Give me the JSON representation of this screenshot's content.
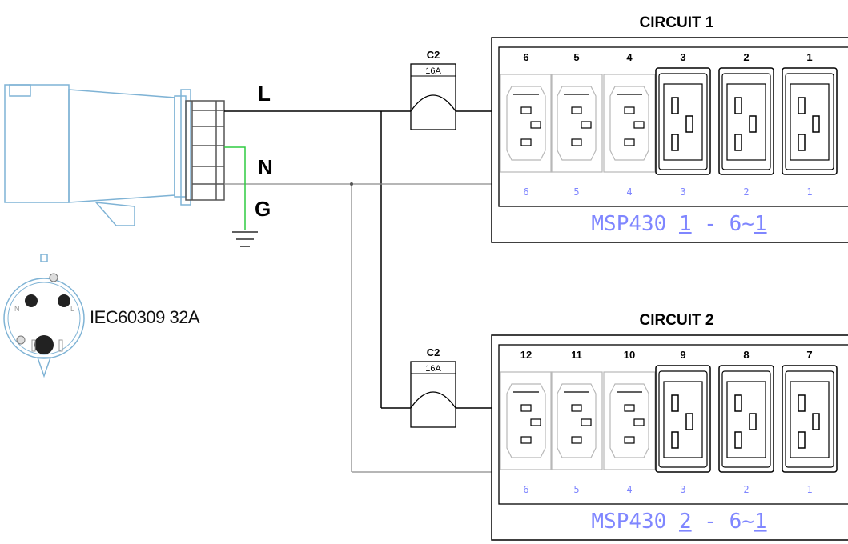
{
  "colors": {
    "line": "#000000",
    "dim_line": "#8a8a8a",
    "plug_outline": "#7fb3d5",
    "ground_wire": "#2ecc40",
    "pdu_label": "#7f86ff",
    "outlet_light": "#b8b8b8"
  },
  "wires": {
    "line_label": "L",
    "neutral_label": "N",
    "ground_label": "G"
  },
  "plug": {
    "label": "IEC60309 32A",
    "pin_n": "N",
    "pin_l": "L"
  },
  "circuits": [
    {
      "title": "CIRCUIT 1",
      "breaker_type": "C2",
      "breaker_rating": "16A",
      "top_numbers": [
        "6",
        "5",
        "4",
        "3",
        "2",
        "1"
      ],
      "bottom_numbers": [
        "6",
        "5",
        "4",
        "3",
        "2",
        "1"
      ],
      "pdu_label_prefix": "MSP430 ",
      "pdu_label_underlined": "1",
      "pdu_label_mid": " - 6~",
      "pdu_label_end": "1"
    },
    {
      "title": "CIRCUIT 2",
      "breaker_type": "C2",
      "breaker_rating": "16A",
      "top_numbers": [
        "12",
        "11",
        "10",
        "9",
        "8",
        "7"
      ],
      "bottom_numbers": [
        "6",
        "5",
        "4",
        "3",
        "2",
        "1"
      ],
      "pdu_label_prefix": "MSP430 ",
      "pdu_label_underlined": "2",
      "pdu_label_mid": " - 6~",
      "pdu_label_end": "1"
    }
  ]
}
